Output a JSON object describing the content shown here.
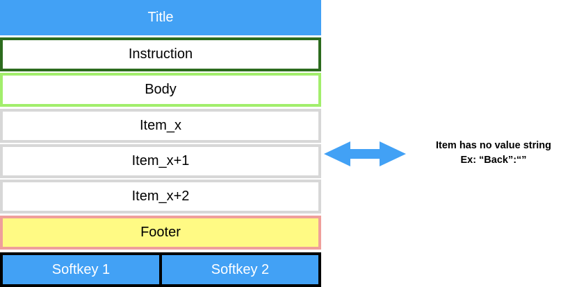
{
  "title": "Title",
  "instruction": "Instruction",
  "body": "Body",
  "items": [
    "Item_x",
    "Item_x+1",
    "Item_x+2"
  ],
  "footer": "Footer",
  "softkeys": [
    "Softkey 1",
    "Softkey 2"
  ],
  "annotation": {
    "line1": "Item has no value string",
    "line2": "Ex: “Back”:“”"
  },
  "colors": {
    "title_bg": "#42a1f5",
    "instruction_border": "#2c6b1e",
    "body_border": "#a2ee6c",
    "item_border": "#d7d7d7",
    "footer_border": "#ef9f9b",
    "footer_bg": "#fffa84",
    "softkey_bg": "#42a1f5",
    "arrow": "#42a1f5"
  }
}
